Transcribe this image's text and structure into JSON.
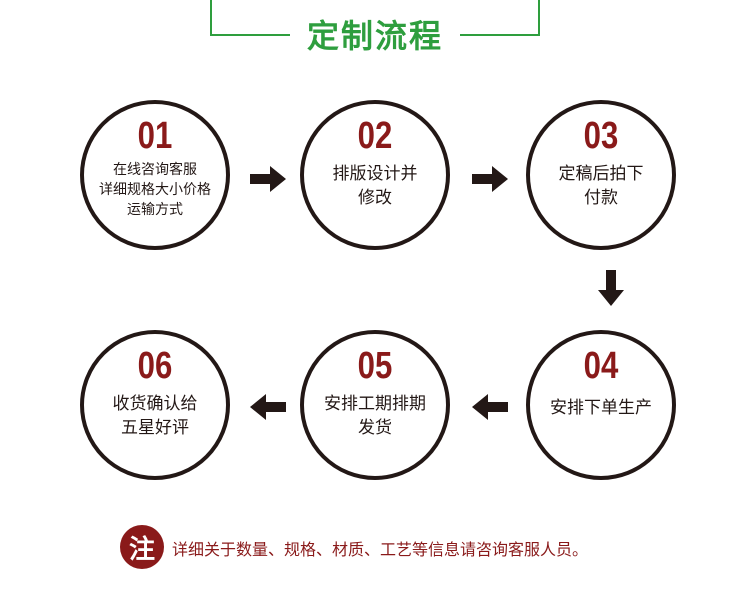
{
  "title": "定制流程",
  "steps": [
    {
      "num": "01",
      "lines": [
        "在线咨询客服",
        "详细规格大小价格",
        "运输方式"
      ]
    },
    {
      "num": "02",
      "lines": [
        "排版设计并",
        "修改"
      ]
    },
    {
      "num": "03",
      "lines": [
        "定稿后拍下",
        "付款"
      ]
    },
    {
      "num": "04",
      "lines": [
        "安排下单生产"
      ]
    },
    {
      "num": "05",
      "lines": [
        "安排工期排期",
        "发货"
      ]
    },
    {
      "num": "06",
      "lines": [
        "收货确认给",
        "五星好评"
      ]
    }
  ],
  "note": {
    "badge": "注",
    "text": "详细关于数量、规格、材质、工艺等信息请咨询客服人员。"
  },
  "colors": {
    "accent_green": "#2e9e3e",
    "number_red": "#8a1a1a",
    "outline_dark": "#231816"
  },
  "icons": [
    "arrow-right-icon",
    "arrow-down-icon",
    "arrow-left-icon"
  ]
}
